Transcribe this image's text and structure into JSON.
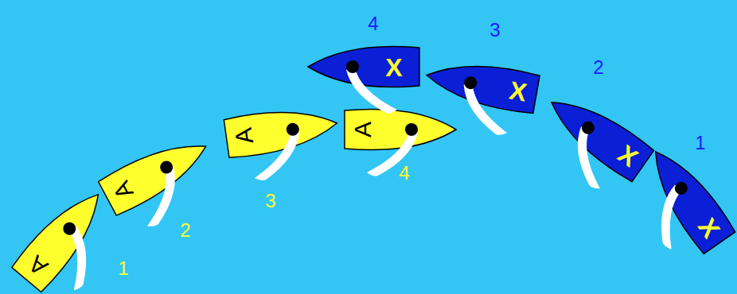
{
  "diagram": {
    "labels": [
      "4",
      "3",
      "2",
      "1",
      "A",
      "A",
      "A",
      "A",
      "X",
      "X",
      "X",
      "X",
      "1",
      "2",
      "3",
      "4"
    ]
  }
}
